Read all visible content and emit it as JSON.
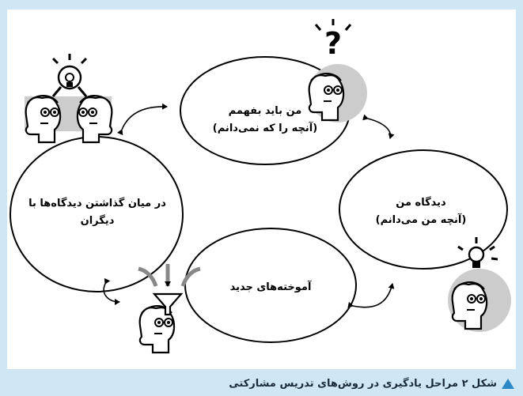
{
  "nodes": [
    {
      "id": "understand",
      "line1": "من باید بفهمم",
      "line2": "(آنچه را که نمی‌دانم)"
    },
    {
      "id": "my-view",
      "line1": "دیدگاه من",
      "line2": "(آنچه من می‌دانم)"
    },
    {
      "id": "new-learning",
      "line1": "آموخته‌های جدید",
      "line2": ""
    },
    {
      "id": "share-views",
      "line1": "در میان گذاشتن دیدگاه‌ها با",
      "line2": "دیگران"
    }
  ],
  "icons": {
    "question": "question-head-icon",
    "idea": "lightbulb-head-icon",
    "funnel": "funnel-head-icon",
    "pair": "two-heads-lightbulb-icon"
  },
  "caption": {
    "text": "شکل ۲ مراحل یادگیری در روش‌های تدریس مشارکتی"
  },
  "colors": {
    "background": "#cfe6f5",
    "accent": "#2c88c6",
    "circle_fill": "#cccccc"
  }
}
